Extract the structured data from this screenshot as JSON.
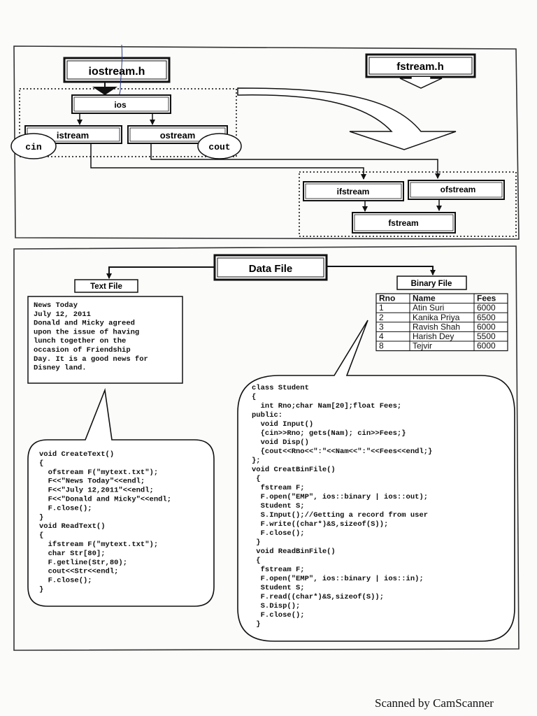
{
  "top_diagram": {
    "iostream_header": "iostream.h",
    "fstream_header": "fstream.h",
    "ios": "ios",
    "istream": "istream",
    "ostream": "ostream",
    "cin": "cin",
    "cout": "cout",
    "ifstream": "ifstream",
    "ofstream": "ofstream",
    "fstream": "fstream"
  },
  "bottom_diagram": {
    "title": "Data File",
    "text_file_label": "Text File",
    "binary_file_label": "Binary File",
    "text_file_content": [
      "News Today",
      "July 12, 2011",
      "Donald and Micky agreed",
      "upon the issue of having",
      "lunch together on the",
      "occasion of Friendship",
      "Day. It is a good news for",
      "Disney land."
    ],
    "binary_table": {
      "headers": [
        "Rno",
        "Name",
        "Fees"
      ],
      "rows": [
        [
          "1",
          "Atin Suri",
          "6000"
        ],
        [
          "2",
          "Kanika Priya",
          "6500"
        ],
        [
          "3",
          "Ravish Shah",
          "6000"
        ],
        [
          "4",
          "Harish Dey",
          "5500"
        ],
        [
          "8",
          "Tejvir",
          "6000"
        ]
      ]
    },
    "text_code": [
      "void CreateText()",
      "{",
      "  ofstream F(\"mytext.txt\");",
      "  F<<\"News Today\"<<endl;",
      "  F<<\"July 12,2011\"<<endl;",
      "  F<<\"Donald and Micky\"<<endl;",
      "  F.close();",
      "}",
      "void ReadText()",
      "{",
      "  ifstream F(\"mytext.txt\");",
      "  char Str[80];",
      "  F.getline(Str,80);",
      "  cout<<Str<<endl;",
      "  F.close();",
      "}"
    ],
    "binary_code": [
      "class Student",
      "{",
      "  int Rno;char Nam[20];float Fees;",
      "public:",
      "  void Input()",
      "  {cin>>Rno; gets(Nam); cin>>Fees;}",
      "  void Disp()",
      "  {cout<<Rno<<\":\"<<Nam<<\":\"<<Fees<<endl;}",
      "};",
      "void CreatBinFile()",
      " {",
      "  fstream F;",
      "  F.open(\"EMP\", ios::binary | ios::out);",
      "  Student S;",
      "  S.Input();//Getting a record from user",
      "  F.write((char*)&S,sizeof(S));",
      "  F.close();",
      " }",
      " void ReadBinFile()",
      " {",
      "  fstream F;",
      "  F.open(\"EMP\", ios::binary | ios::in);",
      "  Student S;",
      "  F.read((char*)&S,sizeof(S));",
      "  S.Disp();",
      "  F.close();",
      " }"
    ]
  },
  "footer": "Scanned by CamScanner"
}
